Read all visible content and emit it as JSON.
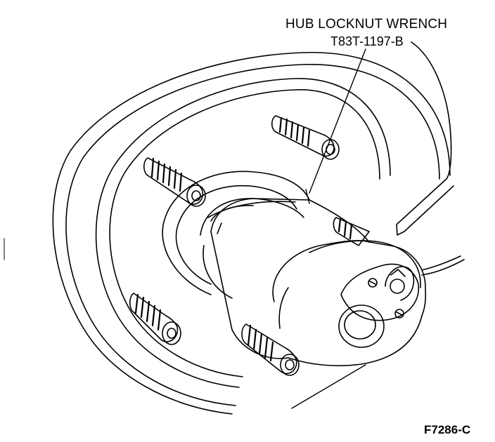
{
  "callout": {
    "tool_name": "HUB LOCKNUT WRENCH",
    "part_number": "T83T-1197-B"
  },
  "figure_id": "F7286-C",
  "colors": {
    "ink": "#000000",
    "paper": "#ffffff"
  }
}
